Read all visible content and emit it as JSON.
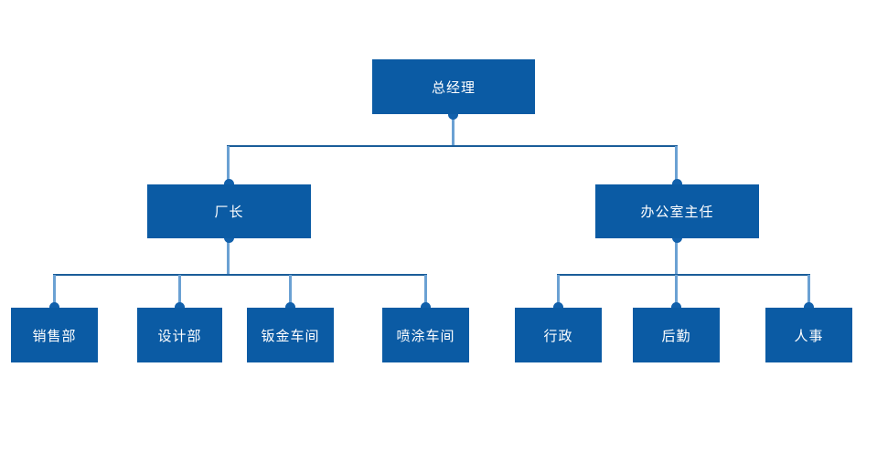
{
  "chart": {
    "type": "org-chart",
    "background": "#ffffff",
    "levels": 3
  },
  "colors": {
    "node_fill": "#0b5ba4",
    "node_text": "#ffffff",
    "line_light": "#6ba1d3",
    "line_dark": "#1a5d99",
    "dot_fill": "#1160ab"
  },
  "org": {
    "root": {
      "label": "总经理"
    },
    "level2": [
      {
        "label": "厂长"
      },
      {
        "label": "办公室主任"
      }
    ],
    "level3_left": [
      {
        "label": "销售部"
      },
      {
        "label": "设计部"
      },
      {
        "label": "钣金车间"
      },
      {
        "label": "喷涂车间"
      }
    ],
    "level3_right": [
      {
        "label": "行政"
      },
      {
        "label": "后勤"
      },
      {
        "label": "人事"
      }
    ]
  }
}
